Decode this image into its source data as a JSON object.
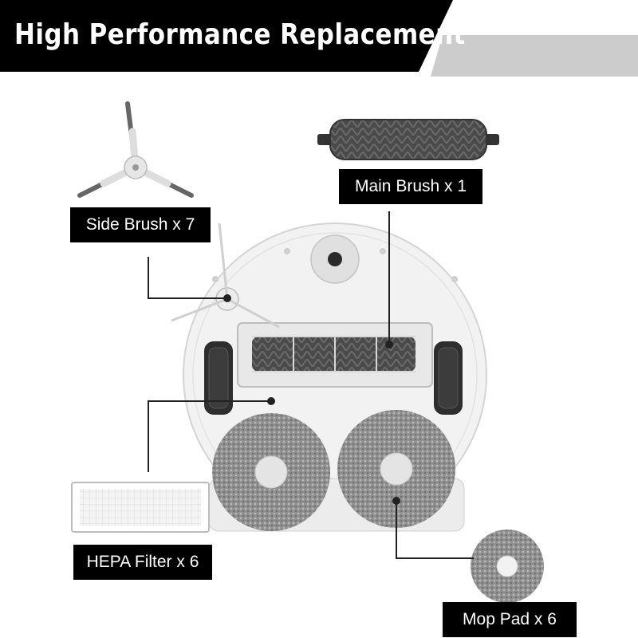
{
  "banner": {
    "title": "High Performance Replacement"
  },
  "parts": {
    "main_brush": "Main Brush x 1",
    "side_brush": "Side Brush x 7",
    "hepa_filter": "HEPA Filter x 6",
    "mop_pad": "Mop Pad x 6"
  },
  "colors": {
    "banner_black": "#000000",
    "banner_accent_gray": "#cccccc",
    "label_background": "#000000",
    "label_text": "#ffffff",
    "robot_body": "#f2f2f2",
    "mop_gray": "#8f8f8f",
    "brush_gray": "#555555"
  }
}
